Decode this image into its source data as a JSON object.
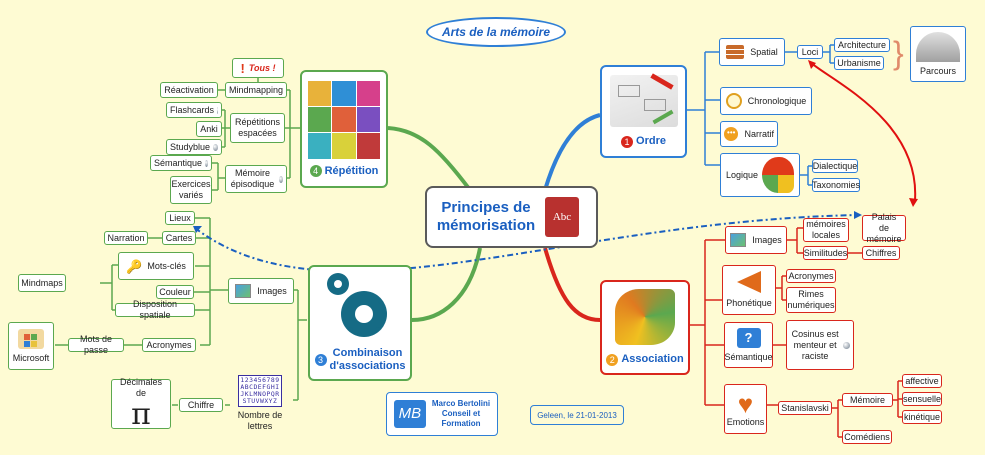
{
  "title_cloud": "Arts de la mémoire",
  "central": {
    "line1": "Principes de",
    "line2": "mémorisation",
    "icon_text": "Abc"
  },
  "repetition": {
    "title": "Répétition",
    "number": "4",
    "tous": "Tous !",
    "mindmapping": "Mindmapping",
    "reactivation": "Réactivation",
    "rep_espacees": "Répétitions espacées",
    "flashcards": "Flashcards",
    "anki": "Anki",
    "studyblue": "Studyblue",
    "memoire_episodique": "Mémoire épisodique",
    "semantique": "Sémantique",
    "exercices_varies": "Exercices variés"
  },
  "combinaison": {
    "title1": "Combinaison",
    "title2": "d'associations",
    "number": "3",
    "lieux": "Lieux",
    "cartes": "Cartes",
    "narration": "Narration",
    "mots_cles": "Mots-clés",
    "mindmaps": "Mindmaps",
    "couleur": "Couleur",
    "disposition": "Disposition spatiale",
    "images": "Images",
    "acronymes": "Acronymes",
    "mots_de_passe": "Mots de passe",
    "microsoft": "Microsoft",
    "decimales": "Décimales de",
    "pi": "π",
    "chiffre": "Chiffre",
    "nombre_lettres": "Nombre de lettres",
    "grid_rows": [
      "123456789",
      "ABCDEFGHI",
      "JKLMNOPQR",
      "STUVWXYZ"
    ]
  },
  "ordre": {
    "title": "Ordre",
    "number": "1",
    "spatial": "Spatial",
    "loci": "Loci",
    "architecture": "Architecture",
    "urbanisme": "Urbanisme",
    "parcours": "Parcours",
    "chronologique": "Chronologique",
    "narratif": "Narratif",
    "logique": "Logique",
    "dialectique": "Dialectique",
    "taxonomies": "Taxonomies"
  },
  "association": {
    "title": "Association",
    "number": "2",
    "images": "Images",
    "memoires_locales": "mémoires locales",
    "palais": "Palais de mémoire",
    "similitudes": "Similitudes",
    "chiffres": "Chiffres",
    "phonetique": "Phonétique",
    "acronymes": "Acronymes",
    "rimes": "Rimes numériques",
    "semantique": "Sémantique",
    "cosinus": "Cosinus est menteur et raciste",
    "emotions": "Emotions",
    "stanislavski": "Stanislavski",
    "memoire": "Mémoire",
    "affective": "affective",
    "sensuelle": "sensuelle",
    "kinetique": "kinétique",
    "comediens": "Comédiens"
  },
  "author": {
    "logo": "MB",
    "line1": "Marco Bertolini",
    "line2": "Conseil et",
    "line3": "Formation"
  },
  "date": "Geleen, le 21-01-2013",
  "colors": {
    "green": "#5ba84f",
    "blue": "#2f7fd6",
    "red": "#d9261c",
    "background": "#fefbd3",
    "title_blue": "#1a5fc0"
  }
}
